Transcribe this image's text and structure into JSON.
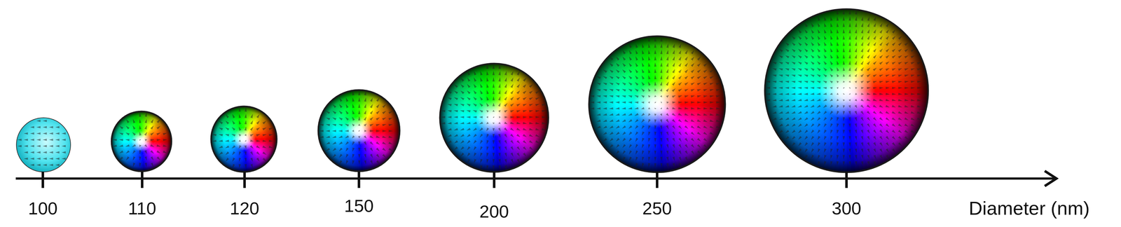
{
  "diagram": {
    "labels": [
      "100",
      "110",
      "120",
      "150",
      "200",
      "250",
      "300",
      "Diameter (nm)"
    ]
  }
}
